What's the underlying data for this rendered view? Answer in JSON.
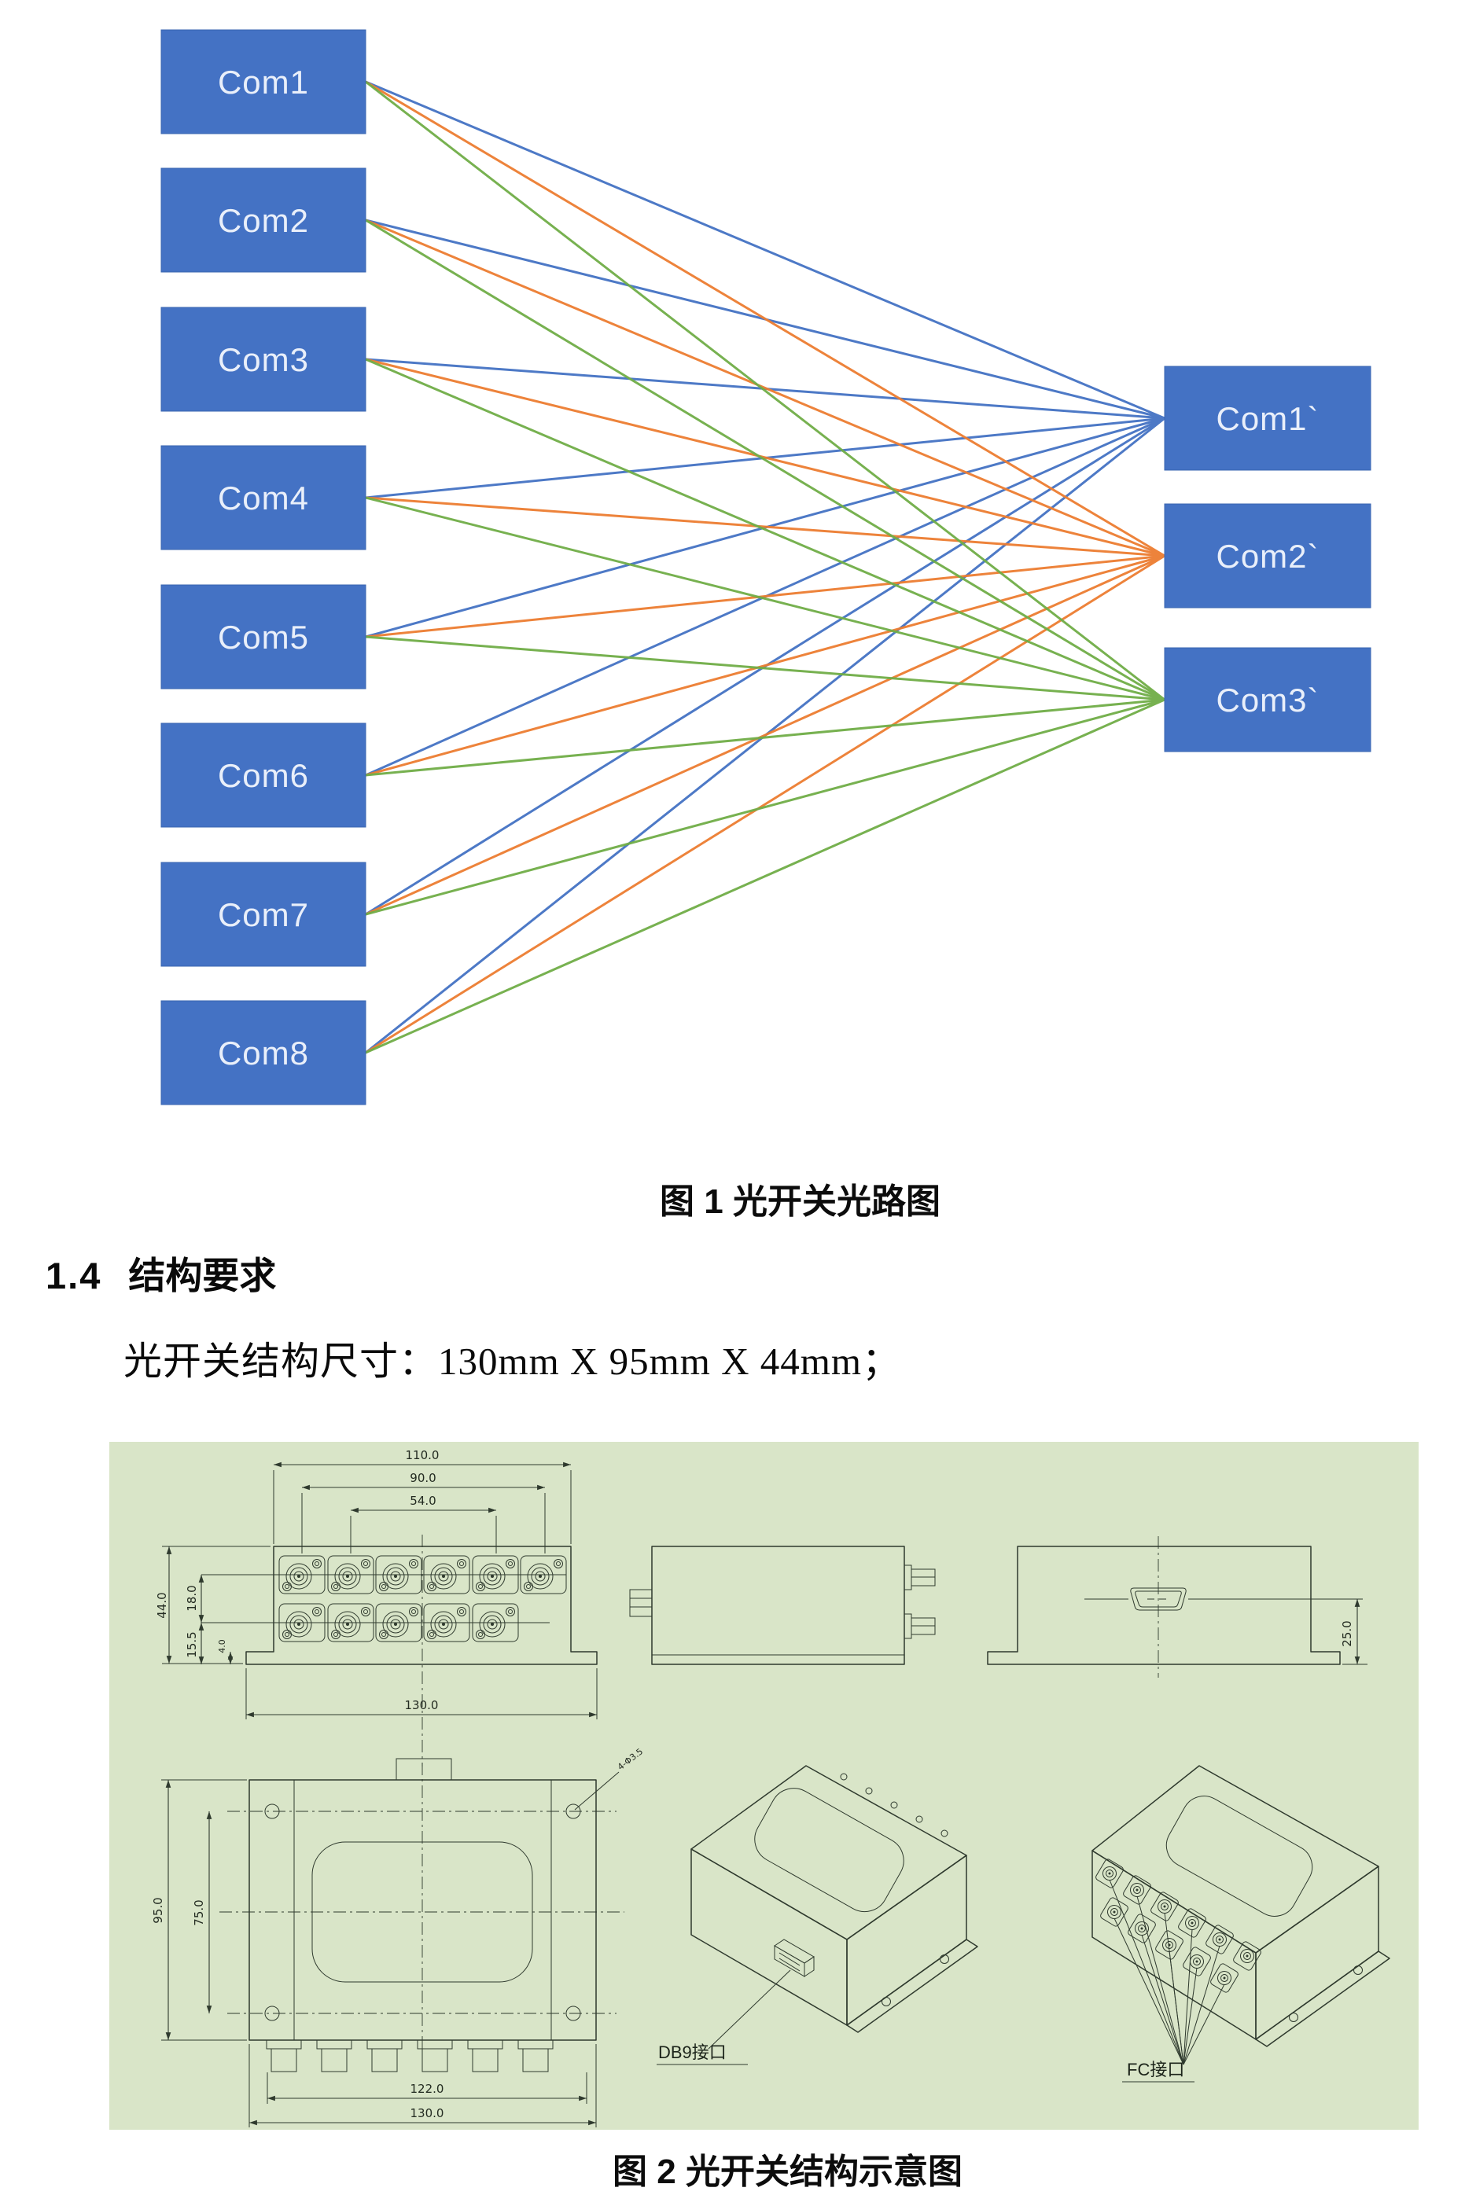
{
  "figure1": {
    "left_nodes": [
      "Com1",
      "Com2",
      "Com3",
      "Com4",
      "Com5",
      "Com6",
      "Com7",
      "Com8"
    ],
    "right_nodes": [
      "Com1`",
      "Com2`",
      "Com3`"
    ],
    "caption": "图 1 光开关光路图",
    "node_fill": "#4472C4",
    "node_text_color": "#e9effa",
    "line_colors": {
      "to_com1": "#4472C4",
      "to_com2": "#ED7D31",
      "to_com3": "#70AD47"
    }
  },
  "section": {
    "number": "1.4",
    "title": "结构要求"
  },
  "paragraph": {
    "text": "光开关结构尺寸：130mm X 95mm X 44mm；"
  },
  "figure2": {
    "caption": "图 2 光开关结构示意图",
    "panel_background": "#d9e5c8",
    "line_color": "#2f3a2e",
    "dims": {
      "width_110": "110.0",
      "width_90": "90.0",
      "width_54": "54.0",
      "height_44": "44.0",
      "row_gap_18": "18.0",
      "bottom_15_5": "15.5",
      "step_4": "4.0",
      "front_width_130": "130.0",
      "rear_height_25": "25.0",
      "top_height_95": "95.0",
      "top_inner_75": "75.0",
      "top_width_122": "122.0",
      "top_width_130": "130.0",
      "holes_note": "4-Φ3.5"
    },
    "labels": {
      "db9_port": "DB9接口",
      "fc_port": "FC接口"
    }
  }
}
